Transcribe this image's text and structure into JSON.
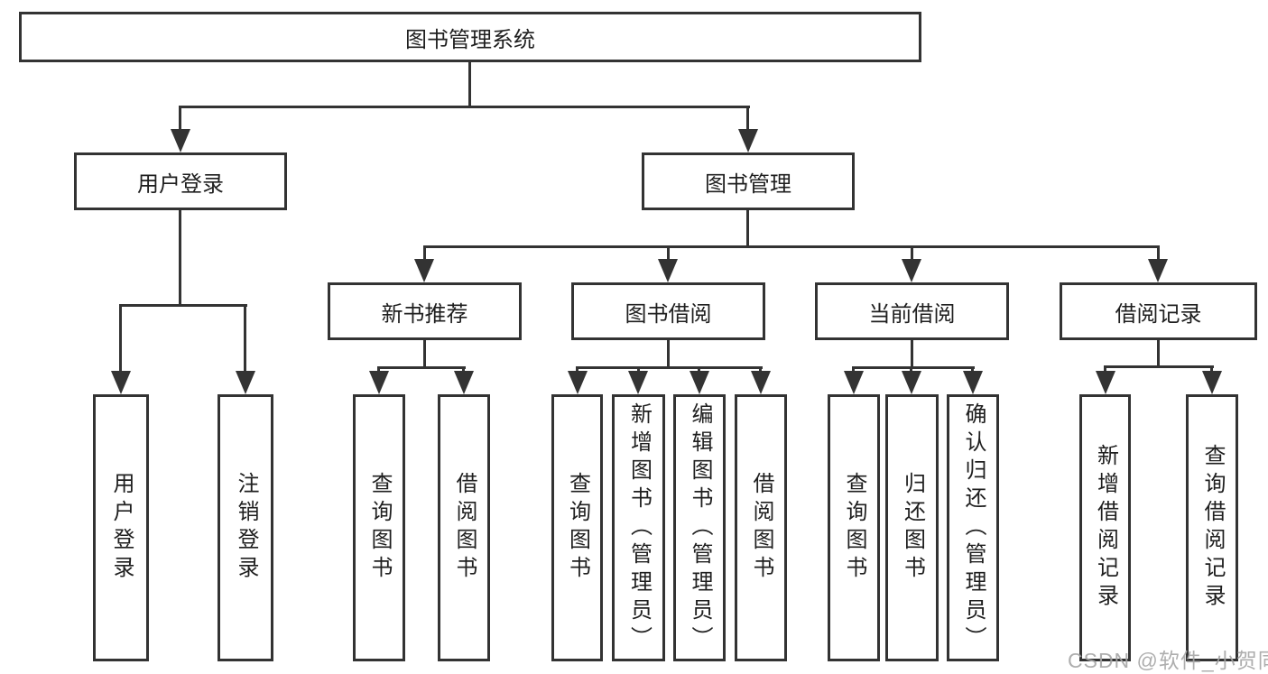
{
  "tree": {
    "root": {
      "label": "图书管理系统"
    },
    "branches": [
      {
        "label": "用户登录",
        "children": [
          {
            "label": "用户登录"
          },
          {
            "label": "注销登录"
          }
        ]
      },
      {
        "label": "图书管理",
        "children": [
          {
            "label": "新书推荐",
            "children": [
              {
                "label": "查询图书"
              },
              {
                "label": "借阅图书"
              }
            ]
          },
          {
            "label": "图书借阅",
            "children": [
              {
                "label": "查询图书"
              },
              {
                "label": "新增图书（管理员）"
              },
              {
                "label": "编辑图书（管理员）"
              },
              {
                "label": "借阅图书"
              }
            ]
          },
          {
            "label": "当前借阅",
            "children": [
              {
                "label": "查询图书"
              },
              {
                "label": "归还图书"
              },
              {
                "label": "确认归还（管理员）"
              }
            ]
          },
          {
            "label": "借阅记录",
            "children": [
              {
                "label": "新增借阅记录"
              },
              {
                "label": "查询借阅记录"
              }
            ]
          }
        ]
      }
    ]
  },
  "watermark": {
    "text": "CSDN @软件_小贺同学"
  },
  "colors": {
    "line": "#333333",
    "text": "#1f1f1f",
    "watermark": "#a5a5a5",
    "background": "#ffffff"
  }
}
